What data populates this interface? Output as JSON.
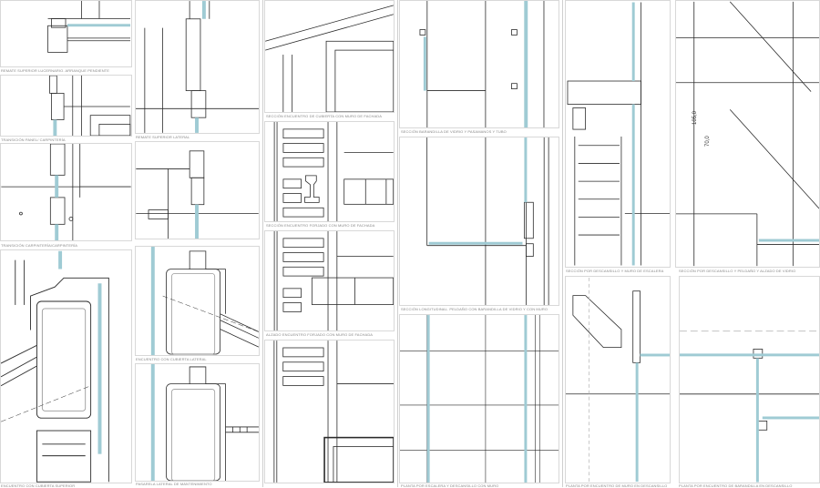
{
  "sheet": {
    "captions": [
      "Remate superior lucernario. Arranque pendiente",
      "Transición panel/ carpintería",
      "Transición carpintería/carpintería",
      "Encuentro con cubierta superior",
      "Remate superior lateral",
      "Encuentro con cubierta lateral",
      "Pasarela lateral de mantenimiento",
      "Sección encuentro de cubierta con muro de fachada",
      "Sección encuentro forjado con muro de fachada",
      "Alzado encuentro forjado con muro de fachada",
      "Sección barandilla de vidrio y pasamanos y tubo",
      "Sección longitudinal. Peldaño con barandilla de vidrio y con muro",
      "Planta por escalera y descansillo con muro",
      "Sección por descansillo y muro de escalera",
      "Sección por descansillo y peldaño y alzado de vidrio",
      "Planta por encuentro de muro en descansillo",
      "Planta por encuentro de barandilla en descansillo"
    ],
    "dimensions": [
      "105,0",
      "70,0"
    ]
  },
  "colors": {
    "line": "#2a2a2a",
    "glass": "#9fcbd4",
    "frame": "#d8d8d8",
    "caption": "#888888"
  }
}
